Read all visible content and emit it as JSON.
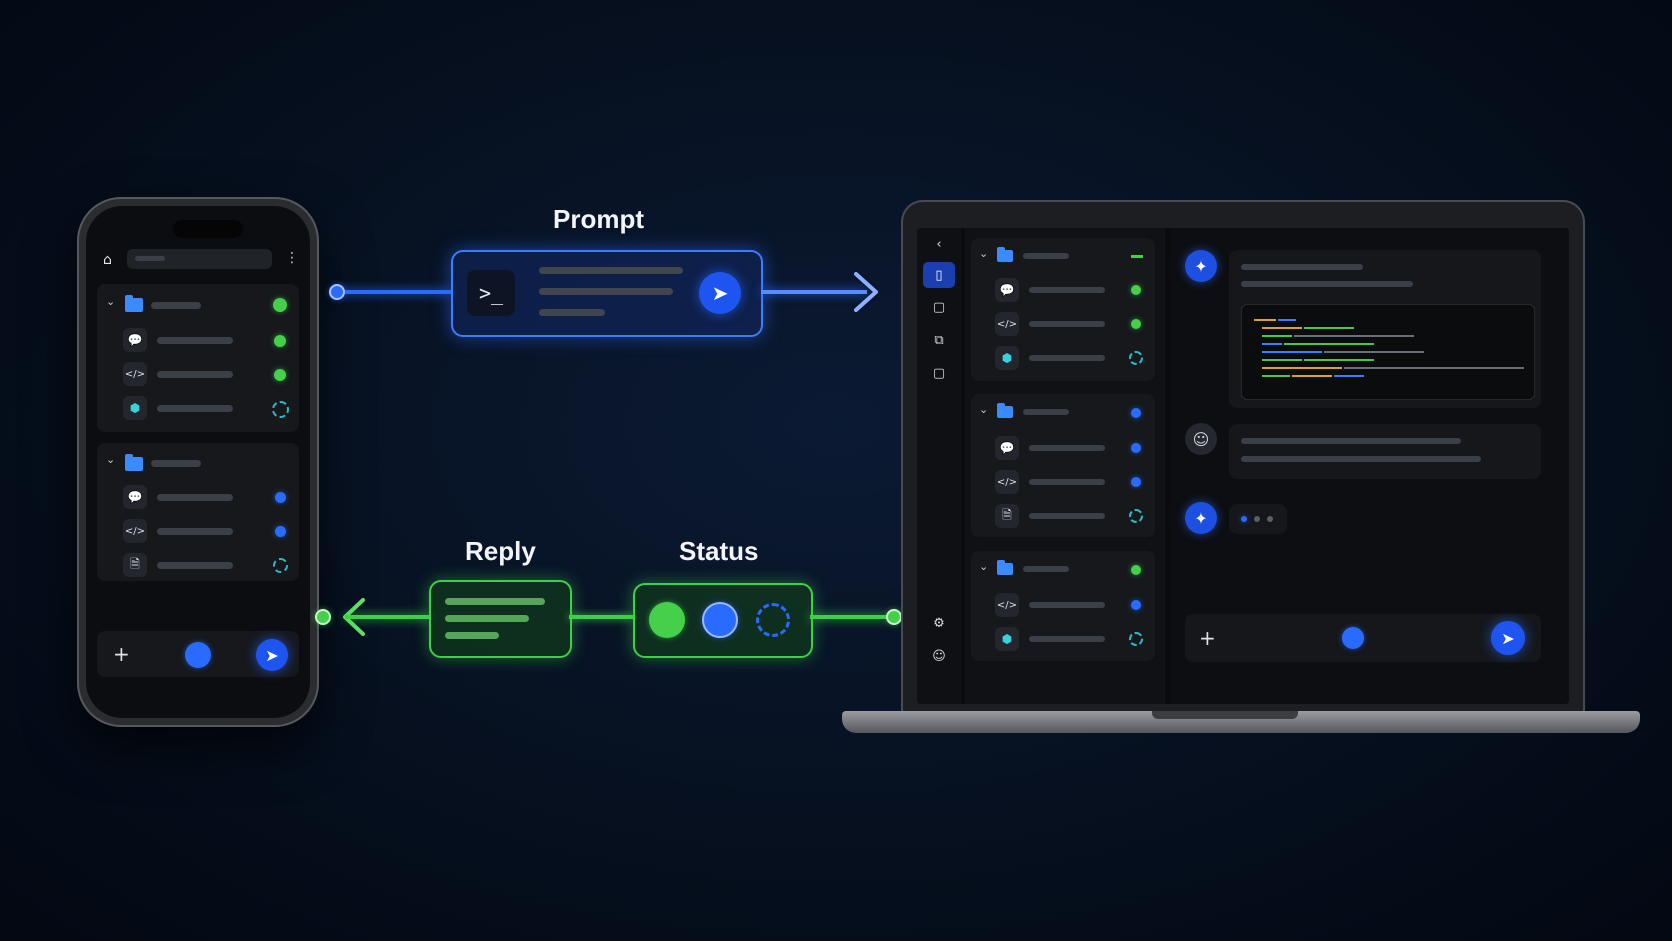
{
  "flow": {
    "prompt_label": "Prompt",
    "reply_label": "Reply",
    "status_label": "Status",
    "prompt_icon": "terminal-icon",
    "send_icon": "send-icon",
    "status_indicators": [
      "complete-green",
      "active-blue",
      "pending-dashed"
    ]
  },
  "colors": {
    "background": "#06101f",
    "prompt_accent": "#2a6bff",
    "reply_accent": "#3ed046",
    "status_running": "#2a6bff",
    "status_done": "#44d04a"
  },
  "phone": {
    "header_icons": [
      "home-icon",
      "more-vertical-icon"
    ],
    "groups": [
      {
        "icon": "folder-icon",
        "status": "green",
        "items": [
          {
            "icon": "chat-icon",
            "status": "green"
          },
          {
            "icon": "code-icon",
            "status": "green"
          },
          {
            "icon": "cube-icon",
            "status": "pending"
          }
        ]
      },
      {
        "icon": "folder-icon",
        "status": "none",
        "items": [
          {
            "icon": "chat-icon",
            "status": "blue"
          },
          {
            "icon": "code-icon",
            "status": "blue"
          },
          {
            "icon": "document-icon",
            "status": "pending"
          }
        ]
      }
    ],
    "footer_icons": [
      "plus-icon",
      "record-icon",
      "send-icon"
    ]
  },
  "laptop": {
    "sidebar_icons": [
      "back-icon",
      "panel-icon",
      "square-icon",
      "edit-icon",
      "copy-icon",
      "settings-icon",
      "account-icon"
    ],
    "groups": [
      {
        "icon": "folder-icon",
        "status": "green-dash",
        "items": [
          {
            "icon": "chat-icon",
            "status": "green"
          },
          {
            "icon": "code-icon",
            "status": "green"
          },
          {
            "icon": "cube-icon",
            "status": "pending"
          }
        ]
      },
      {
        "icon": "folder-icon",
        "status": "blue",
        "items": [
          {
            "icon": "chat-icon",
            "status": "blue"
          },
          {
            "icon": "code-icon",
            "status": "blue"
          },
          {
            "icon": "document-icon",
            "status": "pending"
          }
        ]
      },
      {
        "icon": "folder-icon",
        "status": "green",
        "items": [
          {
            "icon": "code-icon",
            "status": "blue"
          },
          {
            "icon": "cube-icon",
            "status": "pending"
          }
        ]
      }
    ],
    "chat": [
      "assistant-message",
      "user-message",
      "assistant-typing"
    ],
    "footer_icons": [
      "plus-icon",
      "record-icon",
      "send-icon"
    ]
  }
}
